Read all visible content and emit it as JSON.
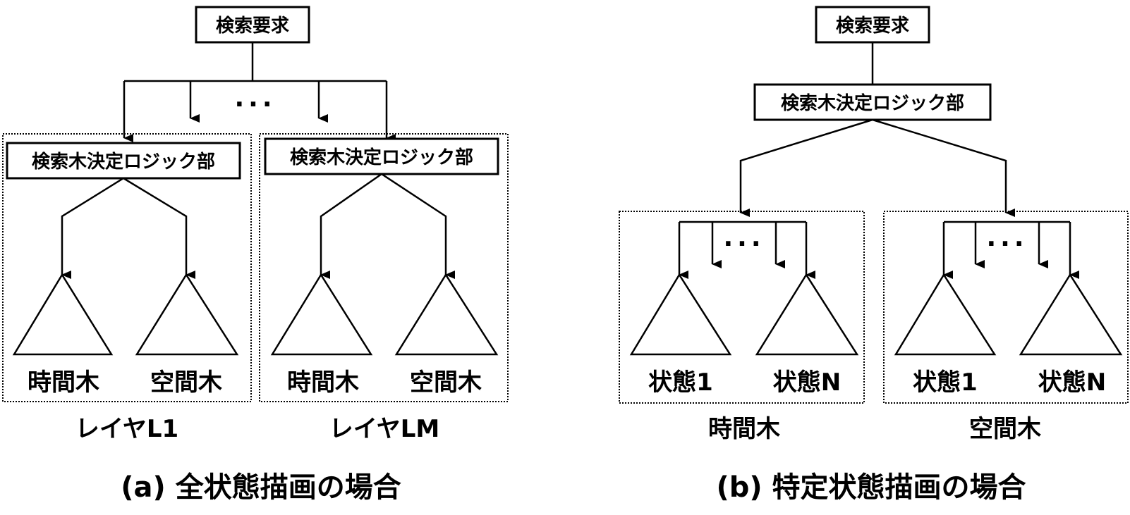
{
  "panel_a": {
    "request": "検索要求",
    "dots": "···",
    "layers": [
      {
        "logic": "検索木決定ロジック部",
        "tree_left": "時間木",
        "tree_right": "空間木",
        "label": "レイヤL1"
      },
      {
        "logic": "検索木決定ロジック部",
        "tree_left": "時間木",
        "tree_right": "空間木",
        "label": "レイヤLM"
      }
    ],
    "caption": "(a)  全状態描画の場合"
  },
  "panel_b": {
    "request": "検索要求",
    "logic": "検索木決定ロジック部",
    "groups": [
      {
        "state_left": "状態1",
        "state_right": "状態N",
        "label": "時間木",
        "dots": "···"
      },
      {
        "state_left": "状態1",
        "state_right": "状態N",
        "label": "空間木",
        "dots": "···"
      }
    ],
    "caption": "(b)  特定状態描画の場合"
  }
}
